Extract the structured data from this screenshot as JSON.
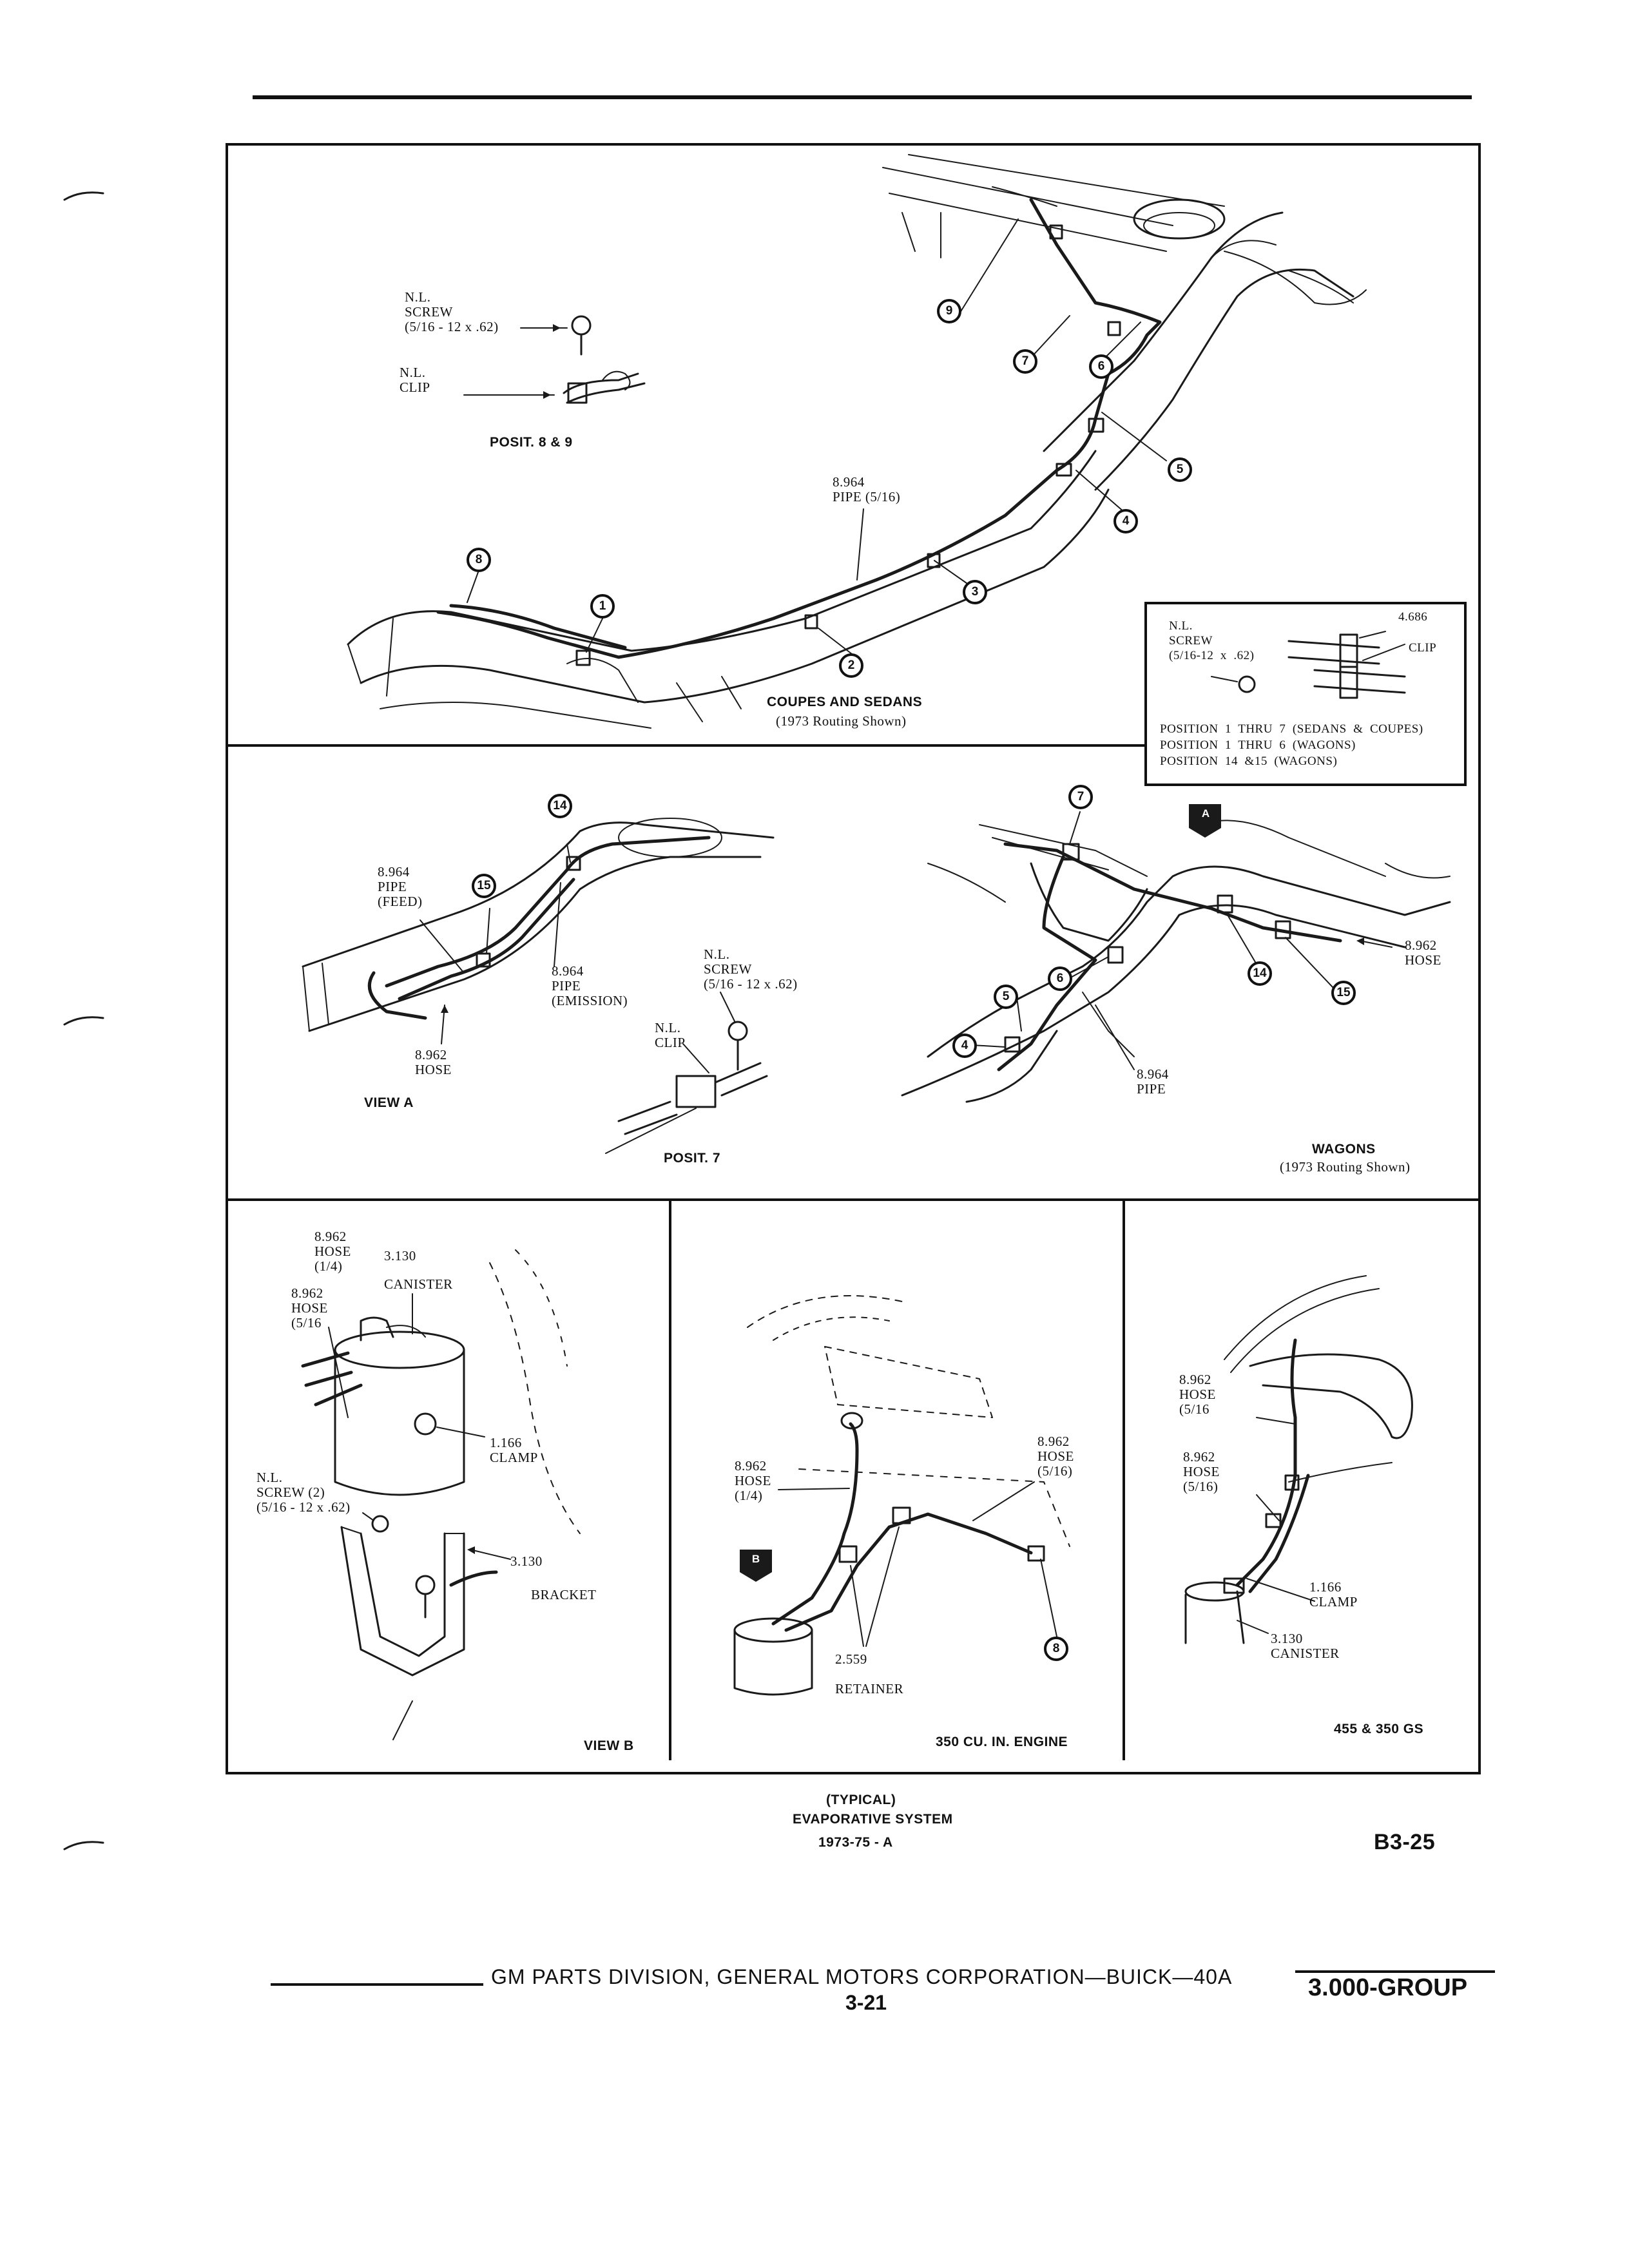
{
  "panel_top": {
    "label_nl_screw": "N.L.\nSCREW\n(5/16 - 12 x .62)",
    "label_nl_clip": "N.L.\nCLIP",
    "caption_posit_8_9": "POSIT. 8 & 9",
    "label_pipe": "8.964\nPIPE (5/16)",
    "caption_main": "COUPES AND SEDANS",
    "caption_sub": "(1973 Routing Shown)",
    "callouts": [
      "9",
      "7",
      "6",
      "5",
      "4",
      "3",
      "2",
      "1",
      "8"
    ]
  },
  "inset": {
    "label_screw": "N.L.\nSCREW\n(5/16-12  x  .62)",
    "label_part": "4.686",
    "label_clip": "CLIP",
    "positions": [
      "POSITION  1  THRU  7  (SEDANS  &  COUPES)",
      "POSITION  1  THRU  6  (WAGONS)",
      "POSITION  14  &15  (WAGONS)"
    ]
  },
  "panel_middle": {
    "label_feed": "8.964\nPIPE\n(FEED)",
    "label_emission": "8.964\nPIPE\n(EMISSION)",
    "label_hose": "8.962\nHOSE",
    "caption_view_a": "VIEW A",
    "label_nl_screw": "N.L.\nSCREW\n(5/16 - 12 x .62)",
    "label_nl_clip": "N.L.\nCLIP",
    "caption_posit_7": "POSIT. 7",
    "label_wagon_hose": "8.962\nHOSE",
    "label_wagon_pipe": "8.964\nPIPE",
    "marker_a": "A",
    "caption_wagons": "WAGONS",
    "caption_wagons_sub": "(1973 Routing Shown)",
    "callouts_left": [
      "14",
      "15"
    ],
    "callouts_right": [
      "7",
      "6",
      "5",
      "4",
      "14",
      "15"
    ]
  },
  "panel_view_b": {
    "label_hose_14": "8.962\nHOSE\n(1/4)",
    "label_part_3130": "3.130",
    "label_canister": "CANISTER",
    "label_hose_516": "8.962\nHOSE\n(5/16",
    "label_clamp": "1.166\nCLAMP",
    "label_screw": "N.L.\nSCREW (2)\n(5/16 - 12 x .62)",
    "label_bracket_num": "3.130",
    "label_bracket": "BRACKET",
    "caption": "VIEW B"
  },
  "panel_350": {
    "label_hose_14": "8.962\nHOSE\n(1/4)",
    "label_hose_516": "8.962\nHOSE\n(5/16)",
    "label_retainer": "2.559\n\nRETAINER",
    "marker_b": "B",
    "callout": "8",
    "caption": "350 CU. IN. ENGINE"
  },
  "panel_455": {
    "label_hose_a": "8.962\nHOSE\n(5/16",
    "label_hose_b": "8.962\nHOSE\n(5/16)",
    "label_clamp": "1.166\nCLAMP",
    "label_canister": "3.130\nCANISTER",
    "caption": "455 & 350 GS"
  },
  "figure": {
    "line1": "(TYPICAL)",
    "line2": "EVAPORATIVE SYSTEM",
    "line3": "1973-75 - A",
    "page_code": "B3-25"
  },
  "footer": {
    "publisher": "GM PARTS DIVISION,  GENERAL MOTORS CORPORATION—BUICK—40A",
    "page_number": "3-21",
    "group": "3.000-GROUP"
  }
}
